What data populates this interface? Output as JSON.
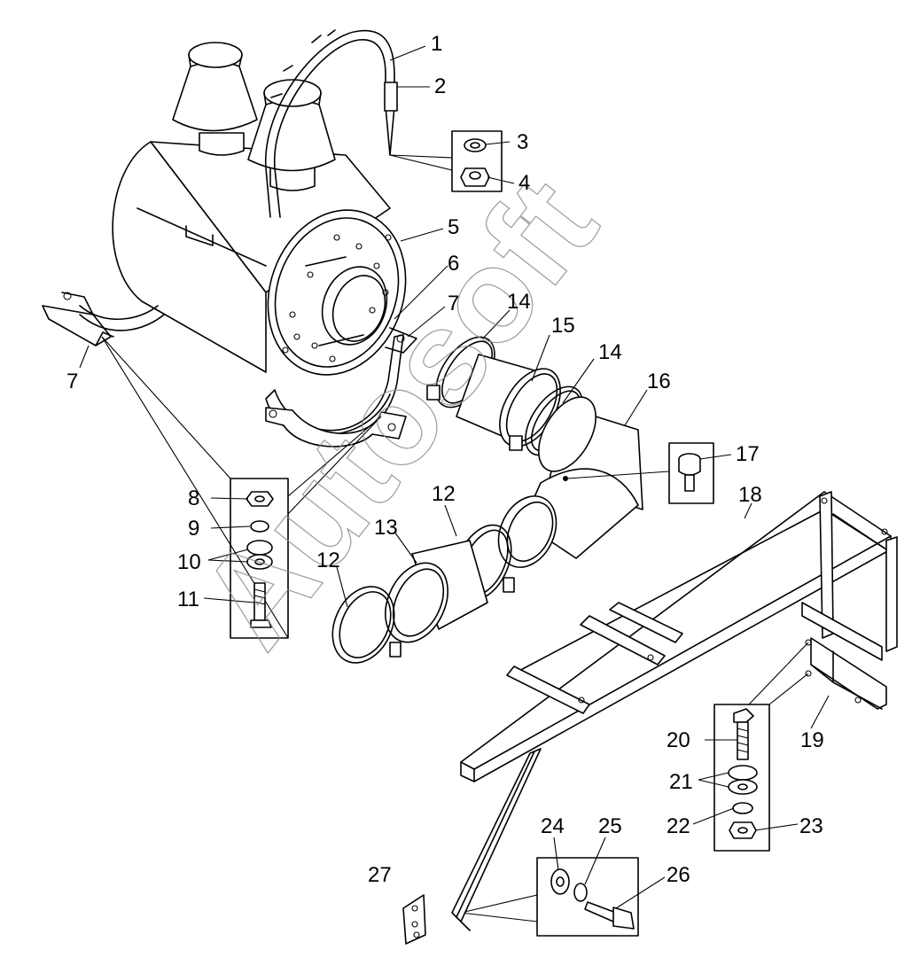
{
  "watermark": "Autosoft",
  "callouts": [
    "1",
    "2",
    "3",
    "4",
    "5",
    "6",
    "7",
    "7",
    "8",
    "9",
    "10",
    "11",
    "12",
    "12",
    "13",
    "14",
    "14",
    "15",
    "16",
    "17",
    "18",
    "19",
    "20",
    "21",
    "22",
    "23",
    "24",
    "25",
    "26",
    "27"
  ],
  "colors": {
    "line": "#000000",
    "background": "#ffffff",
    "watermark": "#8a8a8a"
  }
}
